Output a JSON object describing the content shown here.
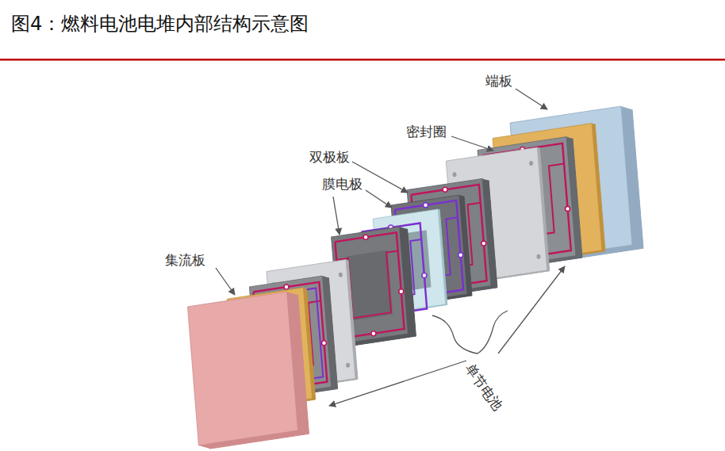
{
  "diagram": {
    "title": "图4：燃料电池电堆内部结构示意图",
    "labels": [
      "端板",
      "密封圈",
      "双极板",
      "膜电极",
      "集流板",
      "单节电池"
    ]
  }
}
